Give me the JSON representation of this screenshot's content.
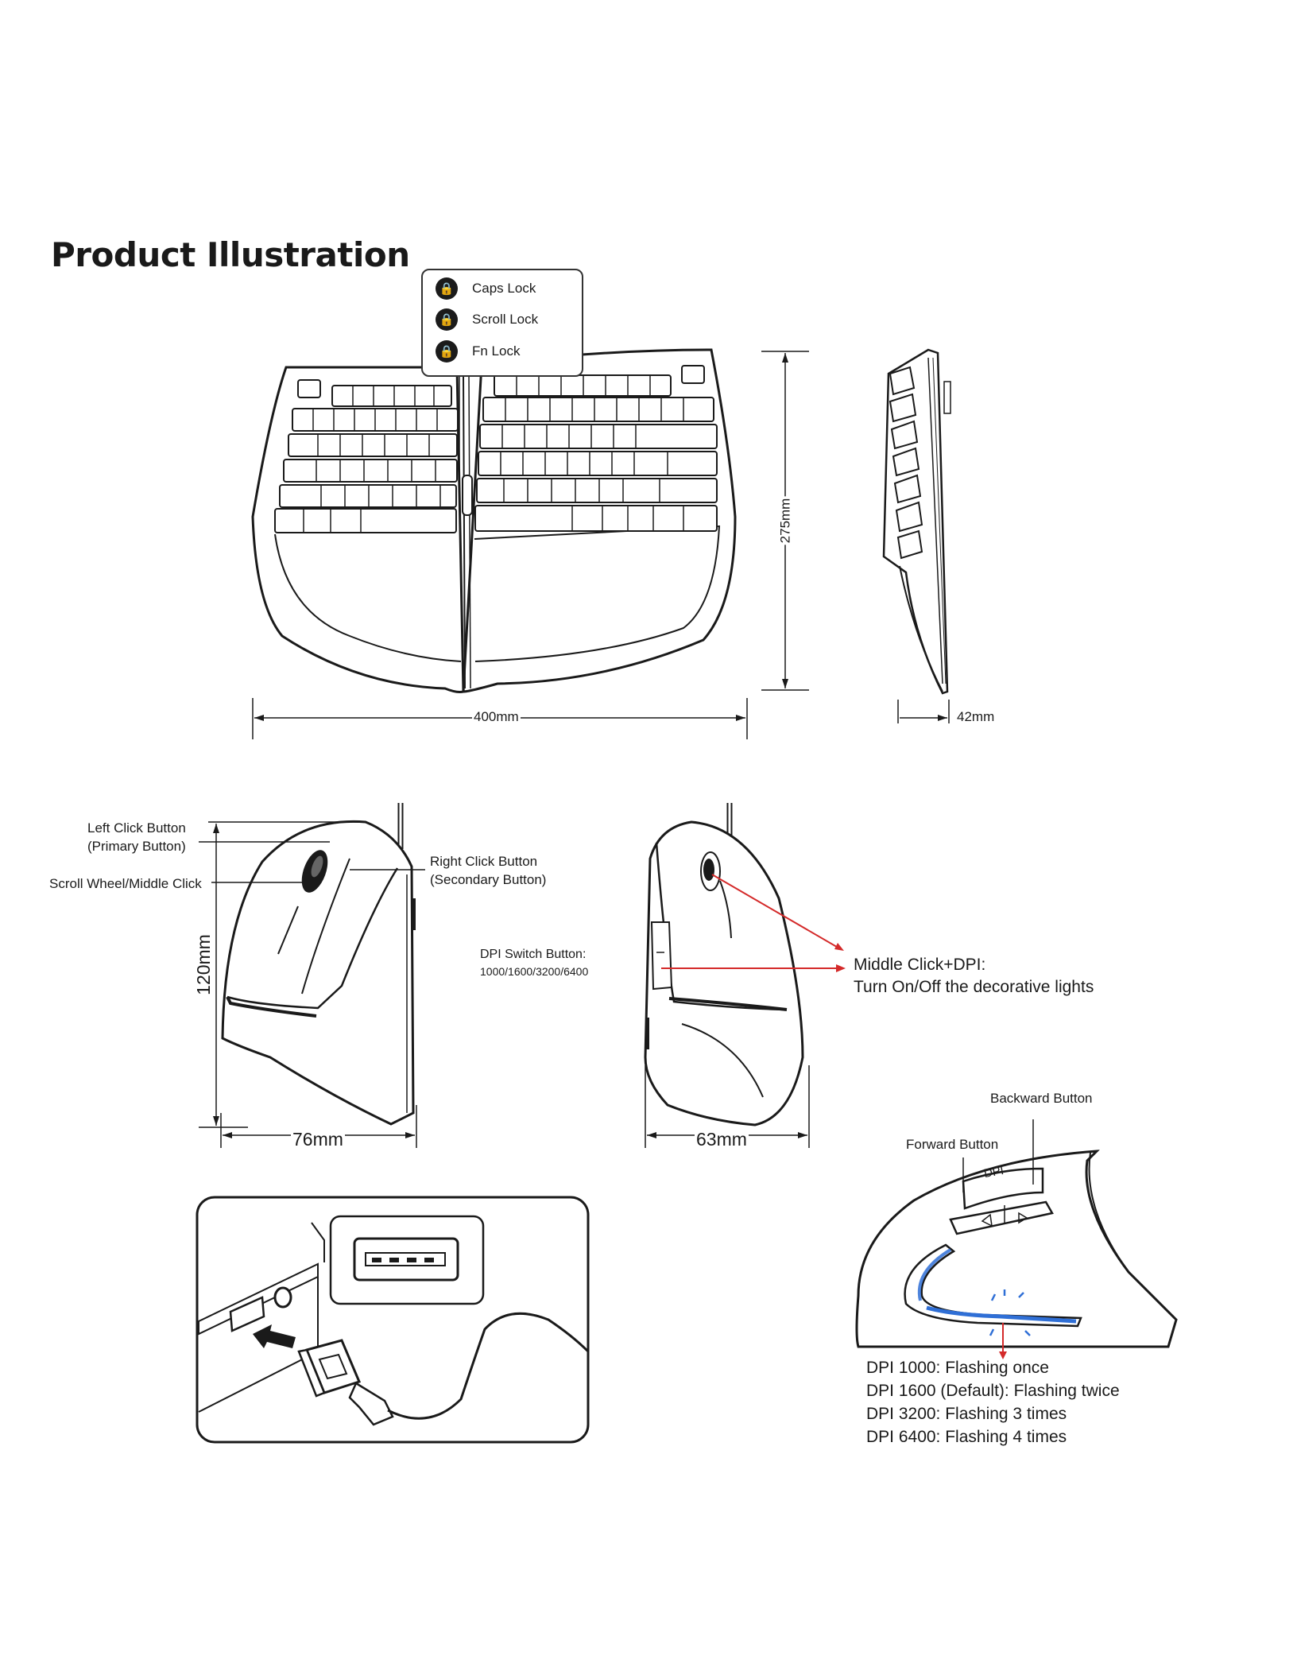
{
  "title": "Product Illustration",
  "keyboard": {
    "indicators": [
      {
        "label": "Caps Lock",
        "icon": "lock-a-icon"
      },
      {
        "label": "Scroll Lock",
        "icon": "lock-arrow-icon"
      },
      {
        "label": "Fn Lock",
        "icon": "lock-f-icon"
      }
    ],
    "width_label": "400mm",
    "depth_label": "275mm",
    "height_label": "42mm"
  },
  "mouse_side": {
    "left_click": "Left Click Button",
    "left_click_sub": "(Primary Button)",
    "scroll_wheel": "Scroll Wheel/Middle Click",
    "right_click": "Right Click Button",
    "right_click_sub": "(Secondary Button)",
    "height_label": "120mm",
    "width_label": "76mm"
  },
  "mouse_front": {
    "dpi_switch": "DPI Switch Button:",
    "dpi_values": "1000/1600/3200/6400",
    "middle_dpi": "Middle Click+DPI:",
    "middle_dpi_sub": "Turn On/Off the decorative lights",
    "width_label": "63mm"
  },
  "mouse_thumb": {
    "backward": "Backward Button",
    "forward": "Forward Button",
    "dpi_key": "DPI",
    "dpi_states": [
      "DPI 1000: Flashing once",
      "DPI 1600 (Default): Flashing twice",
      "DPI 3200: Flashing 3 times",
      "DPI 6400: Flashing 4 times"
    ]
  },
  "colors": {
    "line": "#1a1a1a",
    "red_arrow": "#d42a2a",
    "blue_light": "#2f6fd6"
  }
}
